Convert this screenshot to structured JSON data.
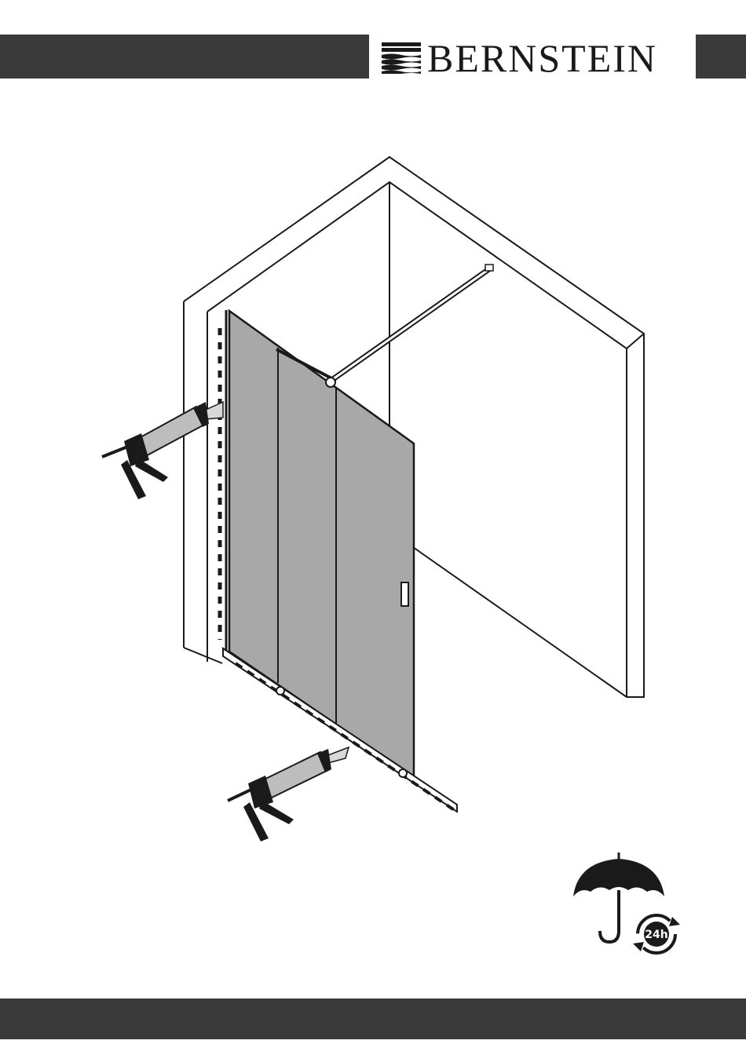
{
  "header": {
    "brand": "BERNSTEIN",
    "logo_icon": "wave-stack-icon"
  },
  "illustration": {
    "tools": [
      "caulking-gun-icon",
      "caulking-gun-icon"
    ],
    "subject": "walk-in-shower-glass-panel"
  },
  "cure_notice": {
    "icon": "umbrella-icon",
    "refresh_icon": "circular-arrows-icon",
    "badge_label": "24h"
  },
  "colors": {
    "bar": "#3a3a3a",
    "glass": "#a8a8a8",
    "line": "#1a1a1a"
  }
}
